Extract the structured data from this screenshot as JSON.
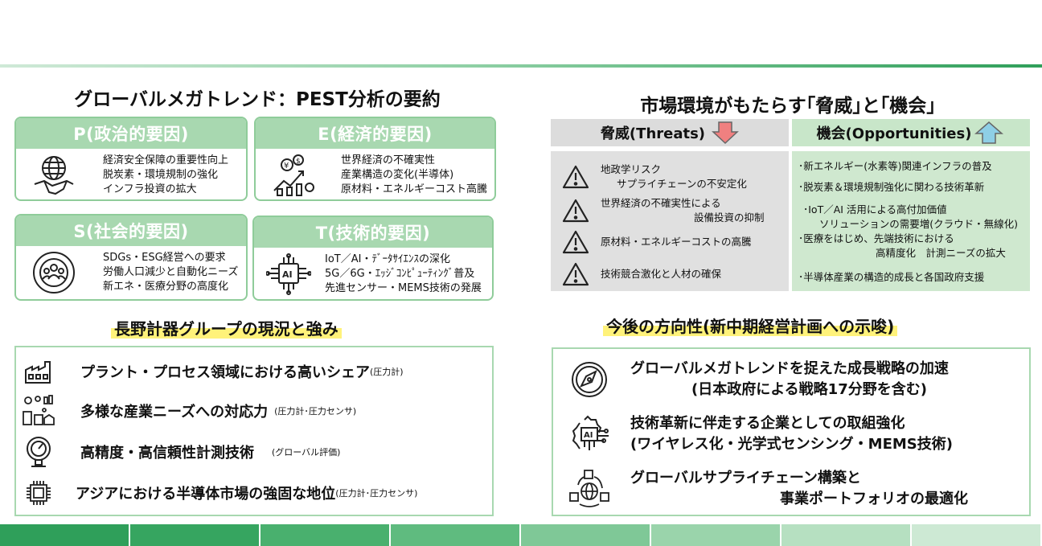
{
  "colors": {
    "accent_green": "#2f9f5a",
    "pest_header": "#a8d8b0",
    "pest_border": "#8fcc9a",
    "threat_bg": "#e0e0e0",
    "opportunity_bg": "#cfe8cf",
    "highlight": "#fff27a",
    "arrow_down": "#f08080",
    "arrow_up": "#8ecfe6"
  },
  "footer_colors": [
    "#2f9f5a",
    "#36a560",
    "#49b06e",
    "#5fbb7f",
    "#7fc897",
    "#9ad4ab",
    "#b6e0c1",
    "#cde9d4"
  ],
  "pest": {
    "title": "グローバルメガトレンド：PEST分析の要約",
    "boxes": [
      {
        "header": "P(政治的要因)",
        "icon": "handshake-globe-icon",
        "lines": [
          "経済安全保障の重要性向上",
          "脱炭素・環境規制の強化",
          "インフラ投資の拡大"
        ]
      },
      {
        "header": "E(経済的要因)",
        "icon": "growth-chart-icon",
        "lines": [
          "世界経済の不確実性",
          "産業構造の変化(半導体)",
          "原材料・エネルギーコスト高騰"
        ]
      },
      {
        "header": "S(社会的要因)",
        "icon": "people-circle-icon",
        "lines": [
          "SDGs・ESG経営への要求",
          "労働人口減少と自動化ニーズ",
          "新エネ・医療分野の高度化"
        ]
      },
      {
        "header": "T(技術的要因)",
        "icon": "ai-chip-icon",
        "lines": [
          "IoT／AI・ﾃﾞｰﾀｻｲｴﾝｽの深化",
          "5G／6G・ｴｯｼﾞｺﾝﾋﾟｭｰﾃｨﾝｸﾞ普及",
          "先進センサー・MEMS技術の発展"
        ]
      }
    ]
  },
  "strengths": {
    "title": "長野計器グループの現況と強み",
    "items": [
      {
        "icon": "factory-icon",
        "main": "プラント・プロセス領域における高いシェア",
        "sub": "(圧力計)"
      },
      {
        "icon": "industries-icon",
        "main": "多様な産業ニーズへの対応力",
        "sub": "(圧力計･圧力センサ)"
      },
      {
        "icon": "pressure-gauge-icon",
        "main": "高精度・高信頼性計測技術",
        "sub": "(グローバル評価)"
      },
      {
        "icon": "semiconductor-chip-icon",
        "main": "アジアにおける半導体市場の強固な地位",
        "sub": "(圧力計･圧力センサ)"
      }
    ]
  },
  "market": {
    "title": "市場環境がもたらす｢脅威｣と｢機会｣",
    "threats_header": "脅威(Threats)",
    "opportunities_header": "機会(Opportunities)",
    "threats": [
      {
        "lines": [
          "地政学リスク",
          "サプライチェーンの不安定化"
        ]
      },
      {
        "lines": [
          "世界経済の不確実性による",
          "設備投資の抑制"
        ]
      },
      {
        "lines": [
          "原材料・エネルギーコストの高騰"
        ]
      },
      {
        "lines": [
          "技術競合激化と人材の確保"
        ]
      }
    ],
    "opportunities": [
      {
        "lines": [
          "･新エネルギー(水素等)関連インフラの普及"
        ]
      },
      {
        "lines": [
          "･脱炭素＆環境規制強化に関わる技術革新"
        ]
      },
      {
        "lines": [
          "･IoT／AI 活用による高付加価値",
          "ソリューションの需要増(クラウド・無線化)"
        ]
      },
      {
        "lines": [
          "･医療をはじめ、先端技術における",
          "高精度化　計測ニーズの拡大"
        ]
      },
      {
        "lines": [
          "･半導体産業の構造的成長と各国政府支援"
        ]
      }
    ]
  },
  "direction": {
    "title": "今後の方向性(新中期経営計画への示唆)",
    "items": [
      {
        "icon": "compass-icon",
        "lines": [
          "グローバルメガトレンドを捉えた成長戦略の加速",
          "(日本政府による戦略17分野を含む)"
        ]
      },
      {
        "icon": "ai-gear-icon",
        "lines": [
          "技術革新に伴走する企業としての取組強化",
          "(ワイヤレス化・光学式センシング・MEMS技術)"
        ]
      },
      {
        "icon": "supply-chain-globe-icon",
        "lines": [
          "グローバルサプライチェーン構築と",
          "事業ポートフォリオの最適化"
        ]
      }
    ]
  }
}
